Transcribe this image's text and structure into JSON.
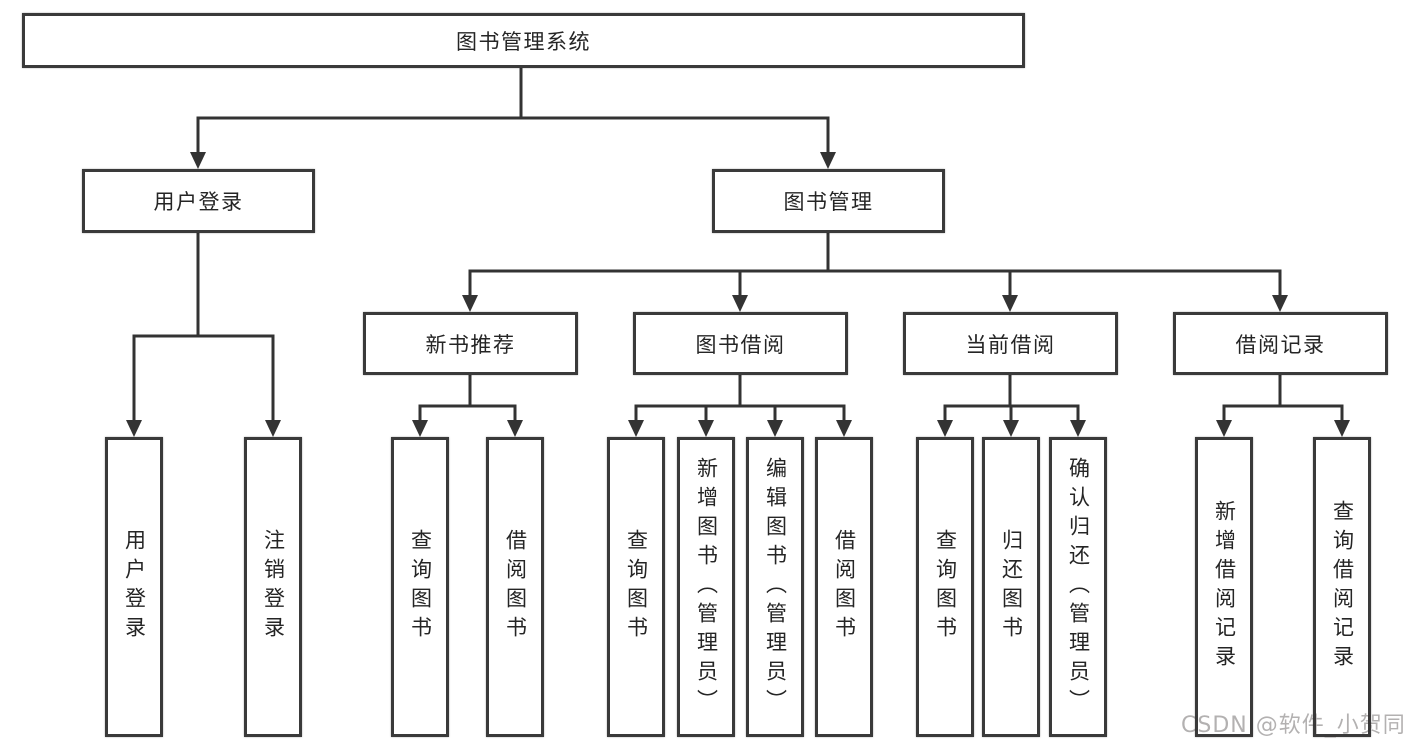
{
  "diagram": {
    "root": {
      "label": "图书管理系统"
    },
    "branches": [
      {
        "label": "用户登录",
        "children": [
          {
            "label": "用户登录"
          },
          {
            "label": "注销登录"
          }
        ]
      },
      {
        "label": "图书管理",
        "children": [
          {
            "label": "新书推荐",
            "children": [
              {
                "label": "查询图书"
              },
              {
                "label": "借阅图书"
              }
            ]
          },
          {
            "label": "图书借阅",
            "children": [
              {
                "label": "查询图书"
              },
              {
                "label": "新增图书（管理员）"
              },
              {
                "label": "编辑图书（管理员）"
              },
              {
                "label": "借阅图书"
              }
            ]
          },
          {
            "label": "当前借阅",
            "children": [
              {
                "label": "查询图书"
              },
              {
                "label": "归还图书"
              },
              {
                "label": "确认归还（管理员）"
              }
            ]
          },
          {
            "label": "借阅记录",
            "children": [
              {
                "label": "新增借阅记录"
              },
              {
                "label": "查询借阅记录"
              }
            ]
          }
        ]
      }
    ]
  },
  "watermark": {
    "text": "CSDN @软件_小贺同学"
  },
  "colors": {
    "line": "#333333",
    "box_border": "#3a3a3a",
    "text": "#252525",
    "background": "#ffffff",
    "watermark_text": "#a6a2a2"
  }
}
